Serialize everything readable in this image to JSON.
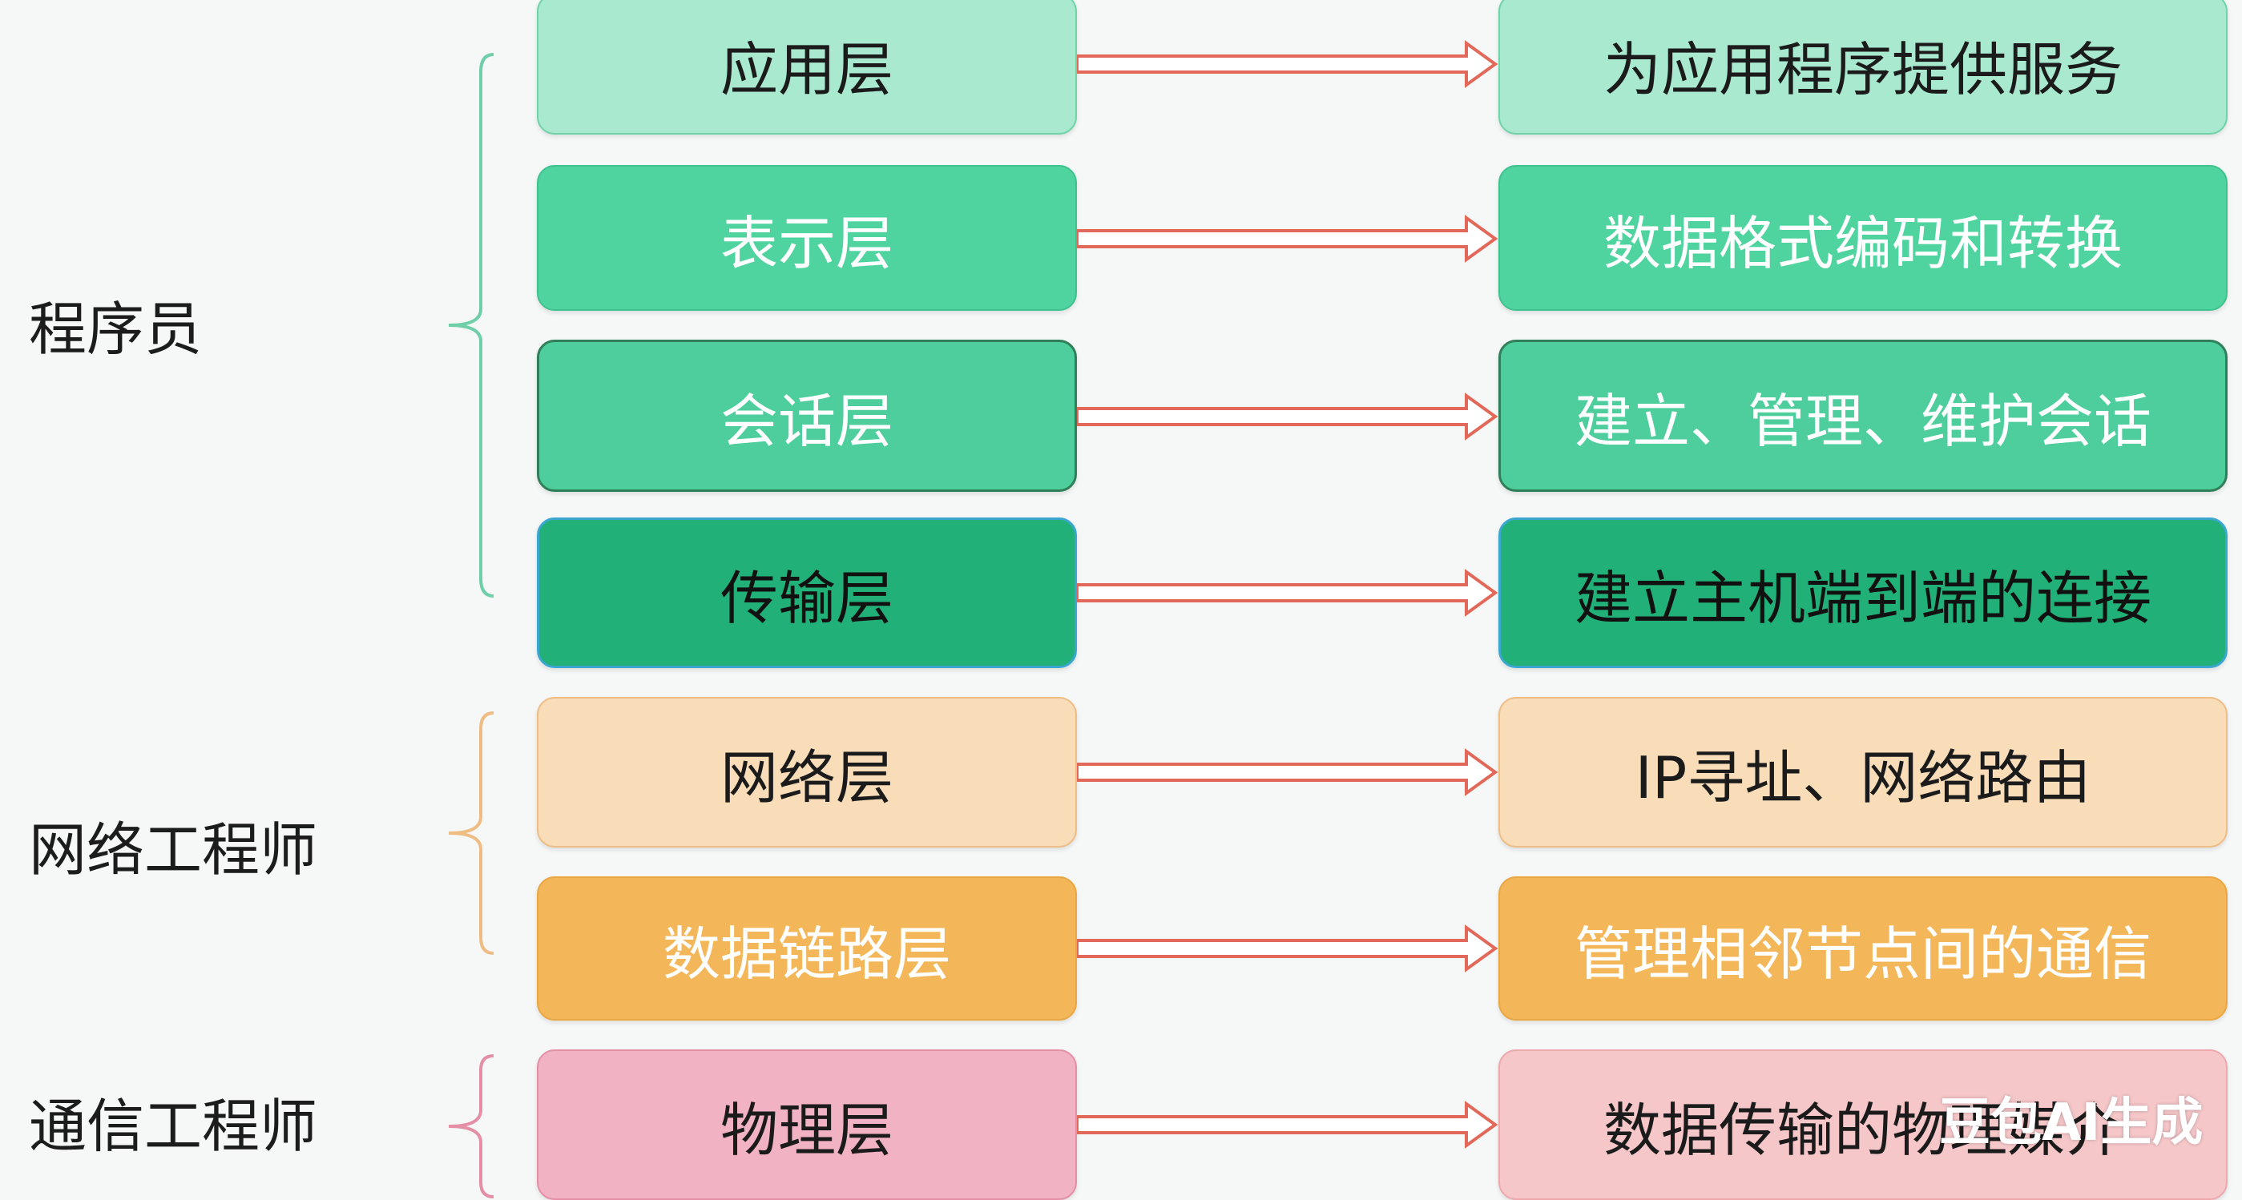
{
  "groups": [
    {
      "label": "程序员",
      "color": "#6fcfa8"
    },
    {
      "label": "网络工程师",
      "color": "#efbd84"
    },
    {
      "label": "通信工程师",
      "color": "#e58fa6"
    }
  ],
  "layers": [
    {
      "name": "应用层",
      "desc": "为应用程序提供服务",
      "group": 0
    },
    {
      "name": "表示层",
      "desc": "数据格式编码和转换",
      "group": 0
    },
    {
      "name": "会话层",
      "desc": "建立、管理、维护会话",
      "group": 0
    },
    {
      "name": "传输层",
      "desc": "建立主机端到端的连接",
      "group": 0
    },
    {
      "name": "网络层",
      "desc": "IP寻址、网络路由",
      "group": 1
    },
    {
      "name": "数据链路层",
      "desc": "管理相邻节点间的通信",
      "group": 1
    },
    {
      "name": "物理层",
      "desc": "数据传输的物理媒介",
      "group": 2
    }
  ],
  "arrow_color": "#e2685a",
  "watermark": "豆包AI生成"
}
